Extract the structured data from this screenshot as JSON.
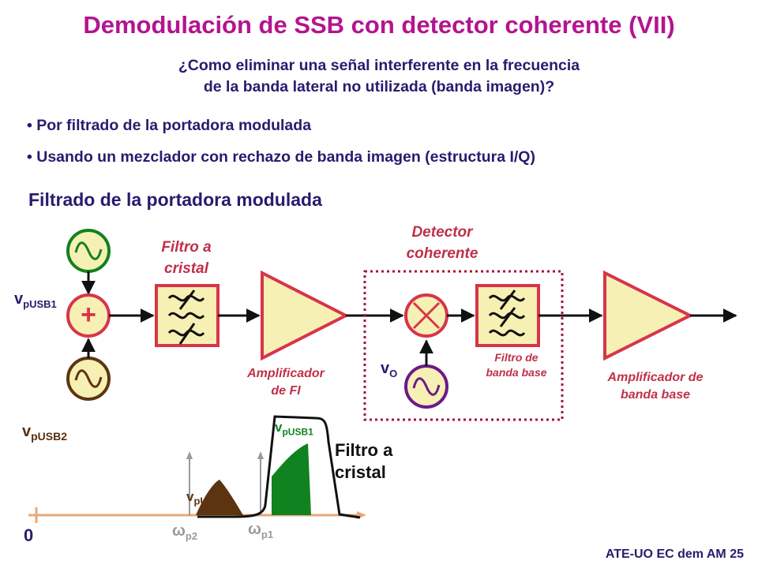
{
  "title": "Demodulación de SSB con detector coherente (VII)",
  "subtitle": {
    "line1": "¿Como eliminar una señal interferente en la frecuencia",
    "line2": "de la banda lateral no utilizada (banda imagen)?"
  },
  "bullets": [
    "• Por filtrado de la portadora modulada",
    "• Usando un mezclador con rechazo de banda imagen (estructura I/Q)"
  ],
  "section_title": "Filtrado de la portadora modulada",
  "diagram": {
    "filter_label_line1": "Filtro a",
    "filter_label_line2": "cristal",
    "detector_label_line1": "Detector",
    "detector_label_line2": "coherente",
    "if_amp_label_line1": "Amplificador",
    "if_amp_label_line2": "de FI",
    "bb_filter_label_line1": "Filtro de",
    "bb_filter_label_line2": "banda base",
    "bb_amp_label_line1": "Amplificador de",
    "bb_amp_label_line2": "banda base",
    "input_label_v": "v",
    "input_label_sub": "pUSB1",
    "osc_label_v": "v",
    "osc_label_sub": "O",
    "adder_symbol": "+"
  },
  "spectrum": {
    "label_usb2_left_v": "v",
    "label_usb2_left_sub": "pUSB2",
    "label_usb1_v": "v",
    "label_usb1_sub": "pUSB1",
    "label_usb2_inner_v": "v",
    "label_usb2_inner_sub": "pUSB2",
    "filter_label_line1": "Filtro a",
    "filter_label_line2": "cristal",
    "omega_p2_sym": "ω",
    "omega_p2_sub": "p2",
    "omega_p1_sym": "ω",
    "omega_p1_sub": "p1",
    "origin_label": "0"
  },
  "footer": "ATE-UO EC dem AM 25",
  "colors": {
    "title": "#b3148f",
    "text": "#2b1a6e",
    "block_fill": "#f7f0b4",
    "block_stroke": "#d8344a",
    "usb1": "#10821f",
    "usb2": "#5c3510",
    "axis": "#e8a878"
  }
}
